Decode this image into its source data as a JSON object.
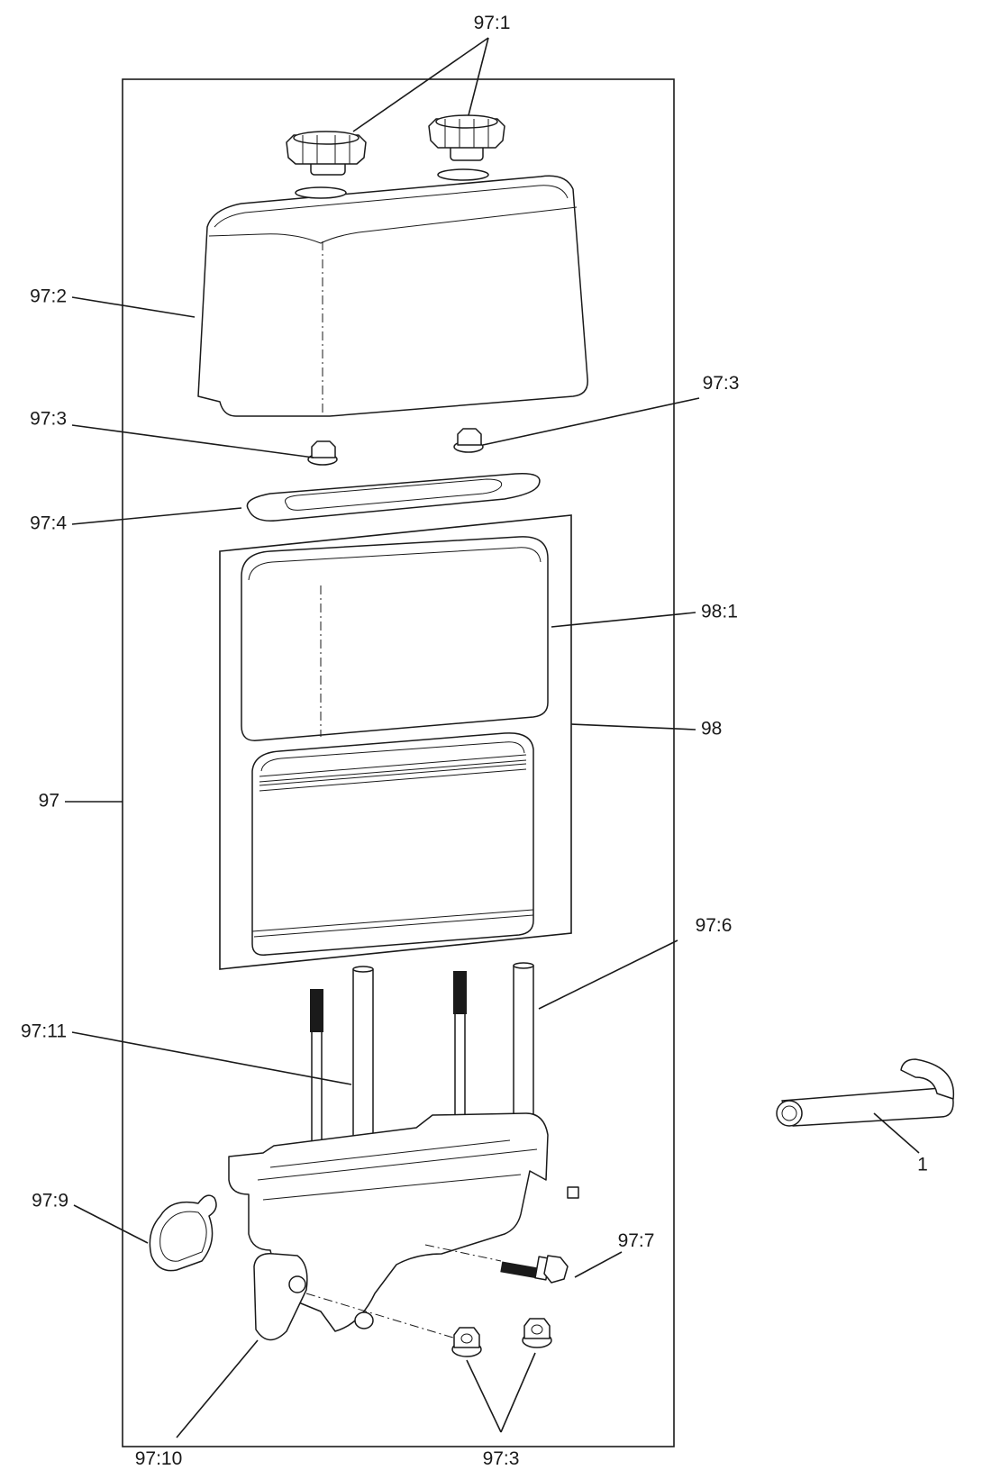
{
  "callouts": {
    "c97_1": "97:1",
    "c97_2": "97:2",
    "c97_3_right": "97:3",
    "c97_3_left": "97:3",
    "c97_4": "97:4",
    "c98_1": "98:1",
    "c98": "98",
    "c97": "97",
    "c97_6": "97:6",
    "c97_11": "97:11",
    "c1": "1",
    "c97_9": "97:9",
    "c97_7": "97:7",
    "c97_10": "97:10",
    "c97_3_bottom": "97:3"
  }
}
